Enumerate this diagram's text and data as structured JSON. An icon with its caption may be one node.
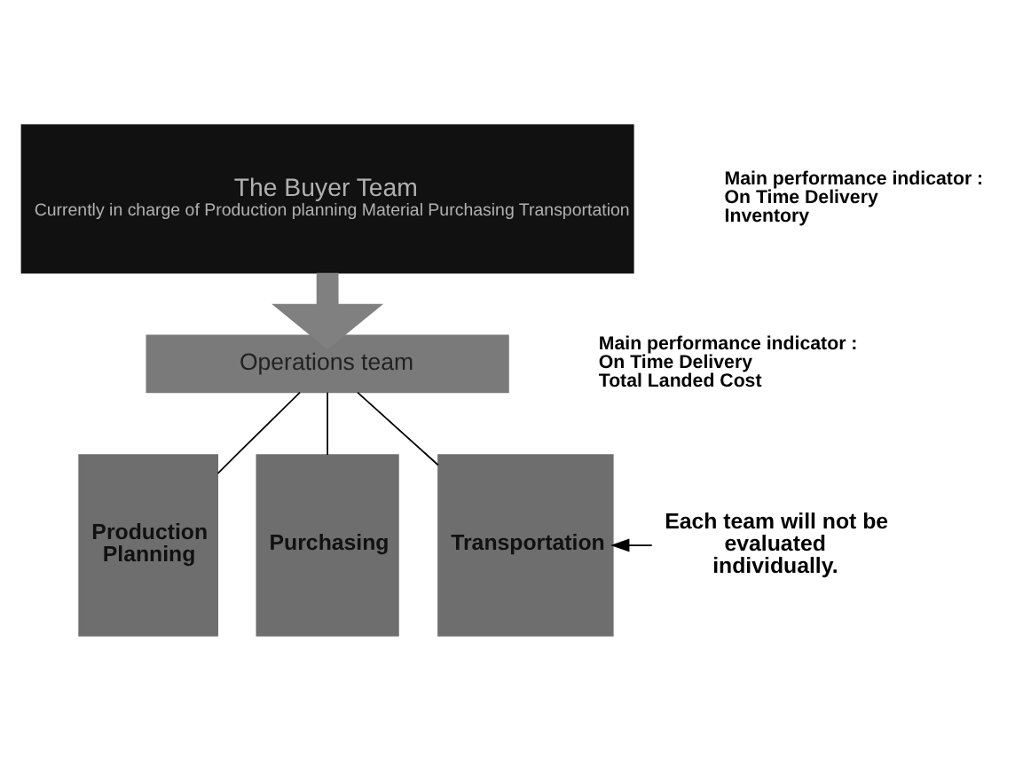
{
  "diagram": {
    "nodes": [
      {
        "text": [
          "The Buyer Team",
          "Currently in charge of Production planning Material Purchasing Transportation"
        ],
        "beside": [
          "Main performance indicator :",
          "On Time Delivery",
          "Inventory"
        ]
      },
      {
        "text": [
          "Operations team"
        ],
        "beside": [
          "Main performance indicator :",
          "On Time Delivery",
          "Total Landed Cost"
        ]
      },
      {
        "text": [
          "Production Planning"
        ]
      },
      {
        "text": [
          "Purchasing"
        ]
      },
      {
        "text": [
          "Transportation"
        ]
      },
      {
        "text": [
          "Each team will not be evaluated individually."
        ]
      }
    ],
    "edges": [
      {
        "from": 0,
        "to": 1,
        "arrow": "to",
        "style": "thick",
        "color": "#808080"
      },
      {
        "from": 1,
        "to": 2,
        "arrow": "none"
      },
      {
        "from": 1,
        "to": 3,
        "arrow": "none"
      },
      {
        "from": 1,
        "to": 4,
        "arrow": "none"
      },
      {
        "from": 5,
        "to": 4,
        "arrow": "to"
      }
    ]
  }
}
